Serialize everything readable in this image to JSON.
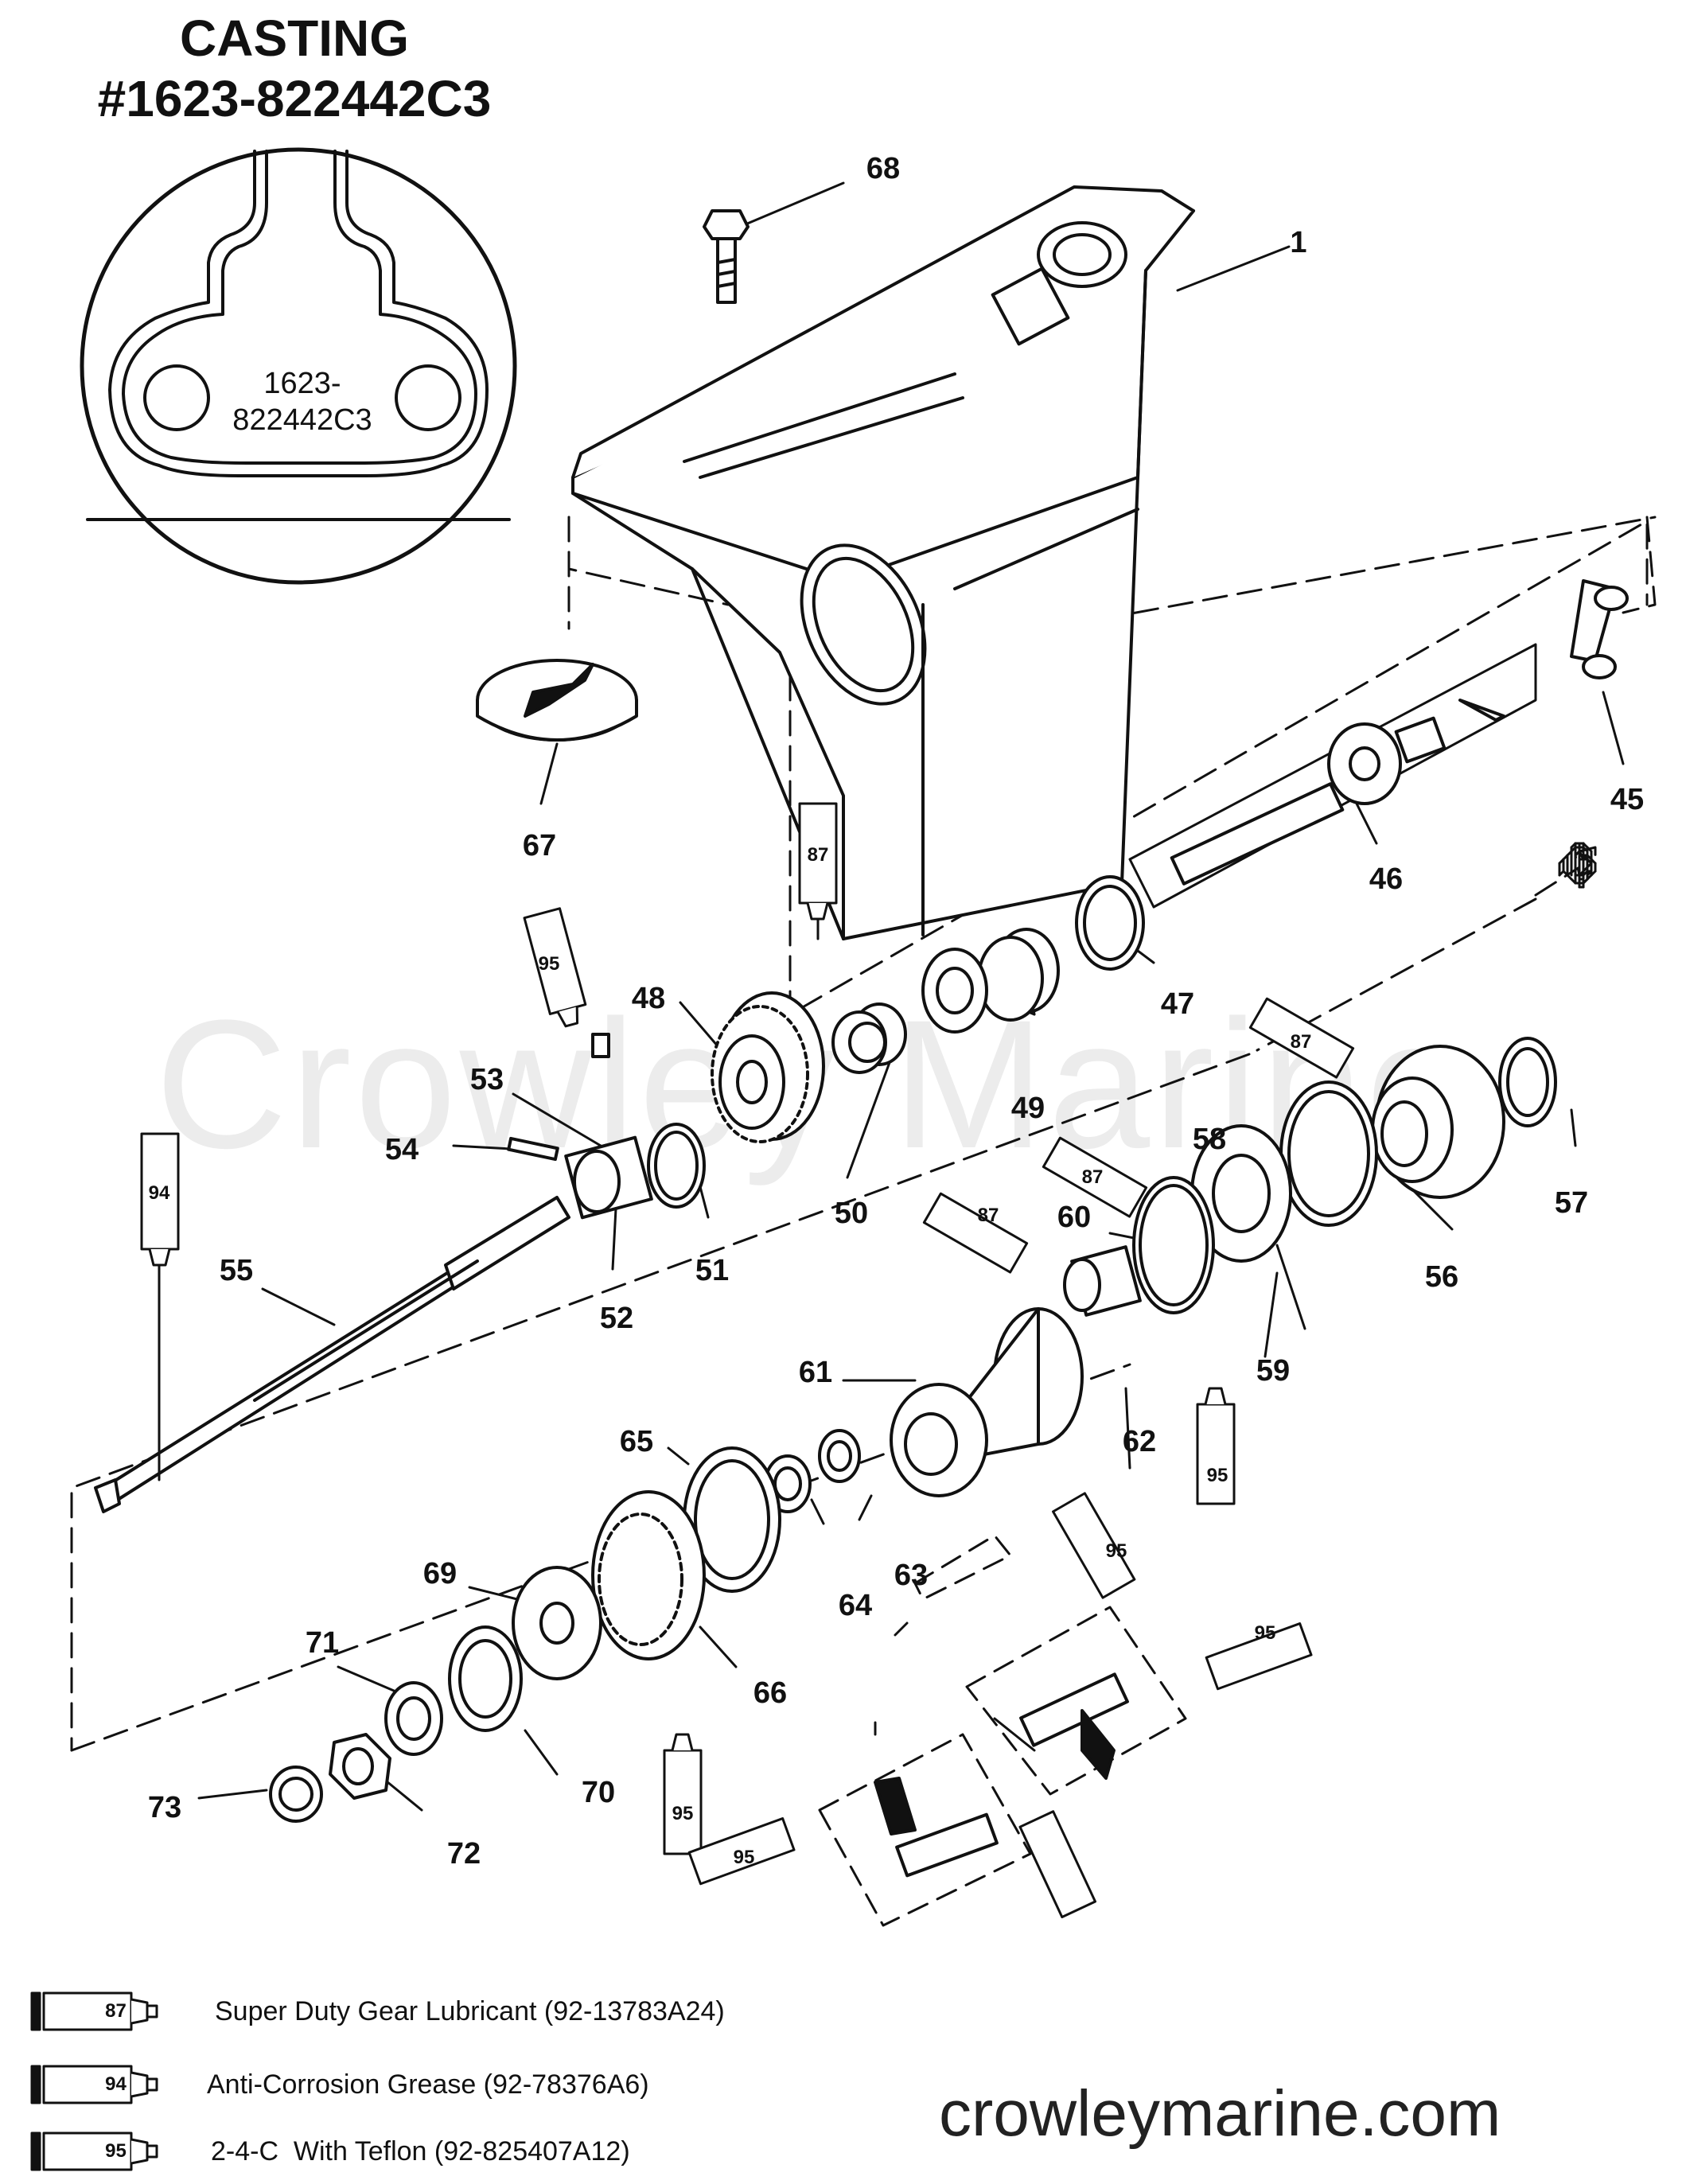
{
  "casting": {
    "line1": "CASTING",
    "line2": "#1623-822442C3"
  },
  "inset": {
    "line1": "1623-",
    "line2": "822442C3"
  },
  "watermark": "Crowley Marine",
  "site": "crowleymarine.com",
  "part_labels": [
    "68",
    "1",
    "45",
    "67",
    "46",
    "87",
    "95",
    "48",
    "53",
    "47",
    "49",
    "54",
    "50",
    "51",
    "52",
    "55",
    "94",
    "58",
    "87",
    "57",
    "87",
    "60",
    "56",
    "87",
    "59",
    "61",
    "62",
    "65",
    "95",
    "63",
    "64",
    "69",
    "66",
    "71",
    "95",
    "70",
    "73",
    "72",
    "95",
    "95",
    "95"
  ],
  "legend": [
    {
      "code": "87",
      "text": "Super Duty Gear Lubricant (92-13783A24)"
    },
    {
      "code": "94",
      "text": "Anti-Corrosion Grease (92-78376A6)"
    },
    {
      "code": "95",
      "text": "2-4-C  With Teflon (92-825407A12)"
    }
  ]
}
